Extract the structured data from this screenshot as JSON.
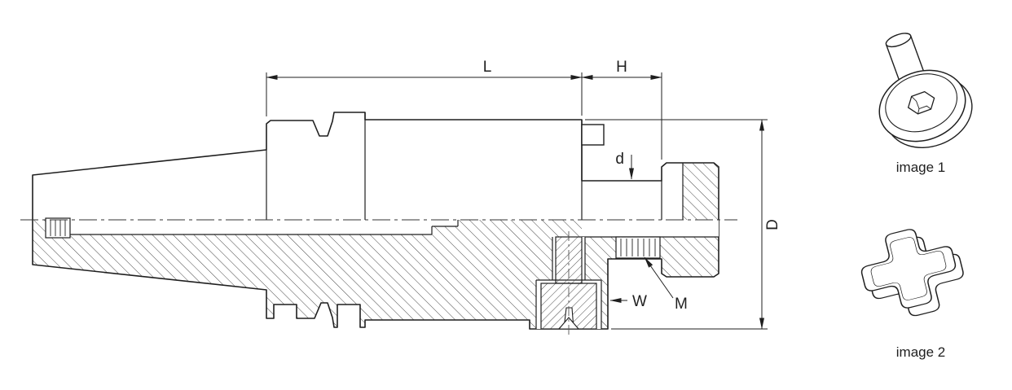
{
  "drawing": {
    "type": "technical-section-drawing",
    "subject": "shell mill tool holder with taper shank, half section",
    "dimensions": {
      "L": "L",
      "H": "H",
      "d": "d",
      "D": "D",
      "W": "W",
      "M": "M"
    }
  },
  "illustrations": [
    {
      "label": "image 1"
    },
    {
      "label": "image 2"
    }
  ],
  "colors": {
    "line": "#1f1f1f",
    "hatch": "#4a4a4a",
    "background": "#ffffff"
  }
}
